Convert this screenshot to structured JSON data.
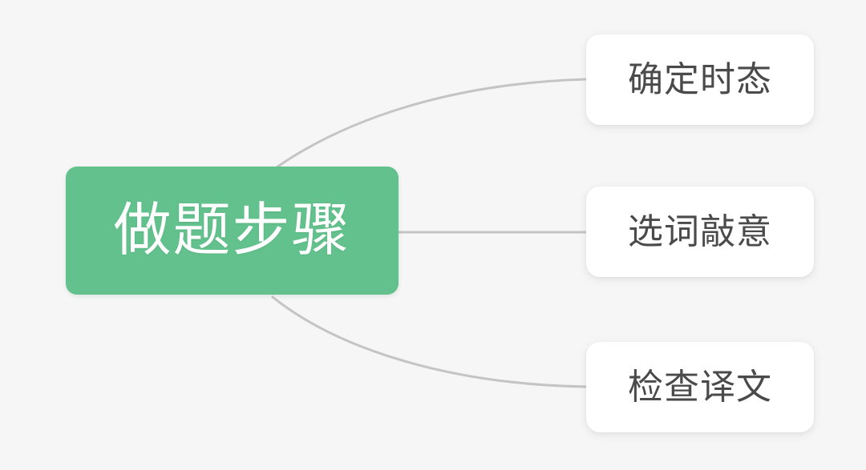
{
  "diagram": {
    "type": "mind-map",
    "orientation": "left-to-right",
    "background_color": "#f6f6f6",
    "root": {
      "label": "做题步骤",
      "fill_color": "#62c18c",
      "text_color": "#ffffff",
      "shape": "rounded-rectangle"
    },
    "branches": [
      {
        "index": 1,
        "label": "确定时态",
        "fill_color": "#ffffff",
        "text_color": "#4a4a4a",
        "connector": "curve-up"
      },
      {
        "index": 2,
        "label": "选词敲意",
        "fill_color": "#ffffff",
        "text_color": "#4a4a4a",
        "connector": "straight"
      },
      {
        "index": 3,
        "label": "检查译文",
        "fill_color": "#ffffff",
        "text_color": "#4a4a4a",
        "connector": "curve-down"
      }
    ],
    "connector_color": "#c4c4c4"
  }
}
